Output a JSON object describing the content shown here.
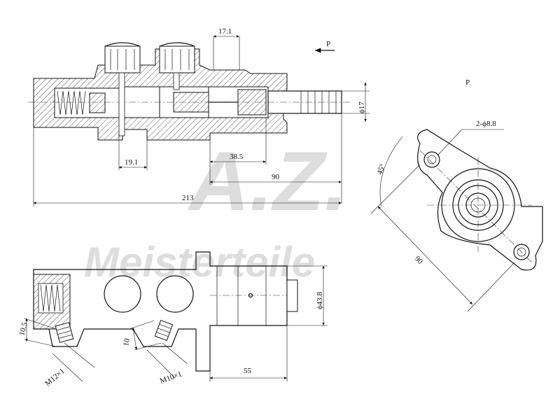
{
  "labels": {
    "pressure_side": "P",
    "pressure_side_right": "P",
    "dim_17_1": "17.1",
    "dim_phi17": "ϕ17",
    "dim_19_1": "19.1",
    "dim_38_5": "38.5",
    "dim_90_top": "90",
    "dim_213": "213",
    "dim_2phi8_8": "2-ϕ8.8",
    "dim_45deg": "45°",
    "dim_90_right": "90",
    "dim_phi43_8": "ϕ43.8",
    "dim_10_5": "10.5",
    "dim_10": "10",
    "dim_m12": "M12×1",
    "dim_m10": "M10×1",
    "dim_55": "55"
  },
  "watermark": {
    "logo": "A.Z.",
    "brand": "Meisterteile"
  }
}
